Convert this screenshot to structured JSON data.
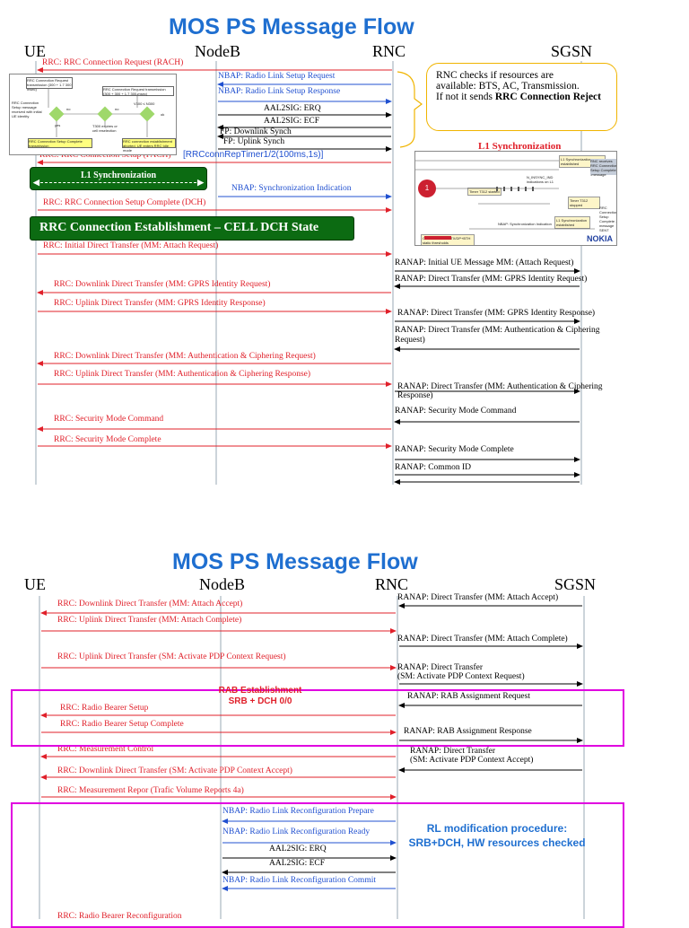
{
  "top": {
    "title": "MOS PS Message Flow",
    "entities": [
      "UE",
      "NodeB",
      "RNC",
      "SGSN"
    ],
    "messages": [
      "RRC: RRC Connection Request (RACH)",
      "NBAP: Radio Link Setup Request",
      "NBAP: Radio Link Setup Response",
      "AAL2SIG: ERQ",
      "AAL2SIG: ECF",
      "FP:  Downlink Synch",
      "FP:  Uplink Synch",
      "RRC: RRC Connection Setup (FACH)",
      "[RRCconnRepTimer1/2(100ms,1s)]",
      "NBAP: Synchronization Indication",
      "RRC: RRC Connection Setup Complete (DCH)",
      "RRC: Initial Direct Transfer (MM: Attach Request)",
      "RANAP: Initial UE Message MM: (Attach Request)",
      "RANAP: Direct Transfer (MM: GPRS Identity Request)",
      "RRC: Downlink Direct Transfer (MM: GPRS Identity Request)",
      "RRC: Uplink Direct Transfer (MM: GPRS Identity Response)",
      "RANAP: Direct Transfer (MM: GPRS Identity Response)",
      "RANAP: Direct Transfer (MM: Authentication & Ciphering",
      "Request)",
      "RRC: Downlink Direct Transfer (MM: Authentication & Ciphering Request)",
      "RRC: Uplink Direct Transfer (MM: Authentication & Ciphering Response)",
      "RANAP: Direct Transfer (MM: Authentication & Ciphering",
      "Response)",
      "RANAP: Security Mode Command",
      "RRC: Security Mode Command",
      "RRC: Security Mode Complete",
      "RANAP: Security Mode Complete",
      "RANAP: Common ID"
    ],
    "l1_sync_bar": "L1 Synchronization",
    "rrc_state_bar": "RRC Connection Establishment – CELL DCH State",
    "callout_lines": [
      "RNC checks if resources are",
      "available: BTS, AC, Transmission.",
      "If not it sends "
    ],
    "callout_bold": "RRC Connection Reject",
    "l1_sync_title": "L1 Synchronization",
    "thumb_left": {
      "box1": "RRC Connection Request transmission (300 + 1.7 300 msec)",
      "box2": "RRC Connection Request transmission (300 + 300 + 1.7 300 msec)",
      "side": "RRC Connection Setup message received with initial UE identity",
      "no1": "no",
      "no2": "no",
      "v300": "V300 ≤ N300",
      "yes": "yes",
      "ok": "ok",
      "t300": "T300 expires or cell reselection",
      "box3": "RRC Connection Setup Complete transmission",
      "box4": "RRC connection establishment aborted. UE enters RRC Idle mode"
    },
    "thumb_right": {
      "brand": "NOKIA",
      "step": "1",
      "timer_start": "Timer T312 started",
      "timer_stop": "Timer T312 stopped",
      "l1_est": "L1 Synchronization established",
      "l1_est2": "L1 Synchronization established",
      "nbap": "NBAP: Synchronization Indication",
      "rrc_complete": "RRC Connection Setup Complete -message SENT",
      "rnc_receives": "RNC receives RRC Connection Setup Complete -message",
      "in_sync": "N_INSYNC_IND indications on L1",
      "other": "Other users RSS TX/DP+BTH static thresholds"
    }
  },
  "bottom": {
    "title": "MOS PS Message Flow",
    "entities": [
      "UE",
      "NodeB",
      "RNC",
      "SGSN"
    ],
    "messages": [
      "RANAP: Direct Transfer (MM: Attach Accept)",
      "RRC: Downlink Direct Transfer (MM: Attach Accept)",
      "RRC: Uplink Direct Transfer (MM: Attach Complete)",
      "RANAP: Direct Transfer (MM: Attach Complete)",
      "RRC: Uplink Direct Transfer (SM: Activate PDP Context Request)",
      "RANAP: Direct Transfer",
      "(SM: Activate PDP Context Request)",
      "RANAP: RAB Assignment Request",
      "RRC: Radio Bearer Setup",
      "RRC: Radio Bearer Setup Complete",
      "RANAP: RAB Assignment Response",
      "RRC: Measurement Control",
      "RANAP: Direct Transfer",
      "(SM: Activate PDP Context Accept)",
      "RRC: Downlink Direct Transfer (SM: Activate PDP Context Accept)",
      "RRC: Measurement Repor (Trafic Volume Reports 4a)",
      "NBAP: Radio Link Reconfiguration Prepare",
      "NBAP: Radio Link Reconfiguration Ready",
      "AAL2SIG: ERQ",
      "AAL2SIG: ECF",
      "NBAP: Radio Link Reconfiguration Commit",
      "RRC: Radio Bearer Reconfiguration"
    ],
    "rab_note": [
      "RAB Establishment",
      "SRB + DCH 0/0"
    ],
    "rl_note": [
      "RL modification procedure:",
      "SRB+DCH, HW resources checked"
    ]
  },
  "colors": {
    "rrc": "#e0202a",
    "nbap": "#2050d0",
    "core": "#000000",
    "title": "#1f6fd0",
    "highlight": "#e000e0",
    "state": "#0c6b12"
  }
}
